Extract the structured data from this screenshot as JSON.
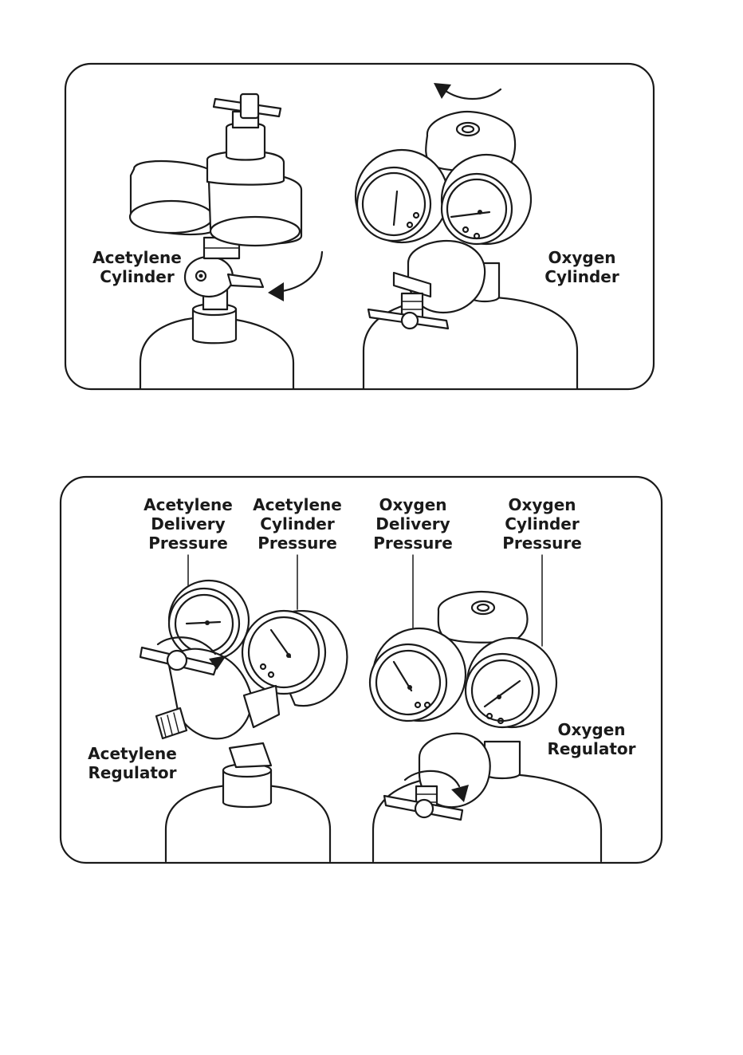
{
  "panel_top": {
    "labels": {
      "acetylene_cylinder": [
        "Acetylene",
        "Cylinder"
      ],
      "oxygen_cylinder": [
        "Oxygen",
        "Cylinder"
      ]
    }
  },
  "panel_bottom": {
    "labels": {
      "acetylene_delivery_pressure": [
        "Acetylene",
        "Delivery",
        "Pressure"
      ],
      "acetylene_cylinder_pressure": [
        "Acetylene",
        "Cylinder",
        "Pressure"
      ],
      "oxygen_delivery_pressure": [
        "Oxygen",
        "Delivery",
        "Pressure"
      ],
      "oxygen_cylinder_pressure": [
        "Oxygen",
        "Cylinder",
        "Pressure"
      ],
      "acetylene_regulator": [
        "Acetylene",
        "Regulator"
      ],
      "oxygen_regulator": [
        "Oxygen",
        "Regulator"
      ]
    }
  }
}
